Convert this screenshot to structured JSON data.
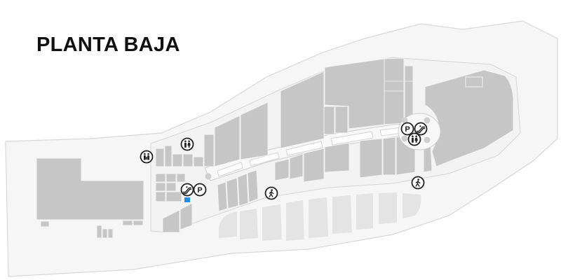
{
  "floor": {
    "title": "PLANTA BAJA"
  },
  "colors": {
    "store": "#c6c6c6",
    "floor_area": "#f6f6f6",
    "parking": "#e4e4e4",
    "icon_stroke": "#222222",
    "you_are_here": "#1e8ee8"
  },
  "legend_icons": {
    "parking": {
      "icon": "parking-icon",
      "label": "P"
    },
    "restroom": {
      "icon": "restroom-icon"
    },
    "family_restroom": {
      "icon": "family-restroom-icon"
    },
    "escalator": {
      "icon": "escalator-icon"
    },
    "pedestrian_exit": {
      "icon": "pedestrian-exit-icon"
    },
    "you_are_here": {
      "icon": "you-are-here-marker"
    }
  }
}
